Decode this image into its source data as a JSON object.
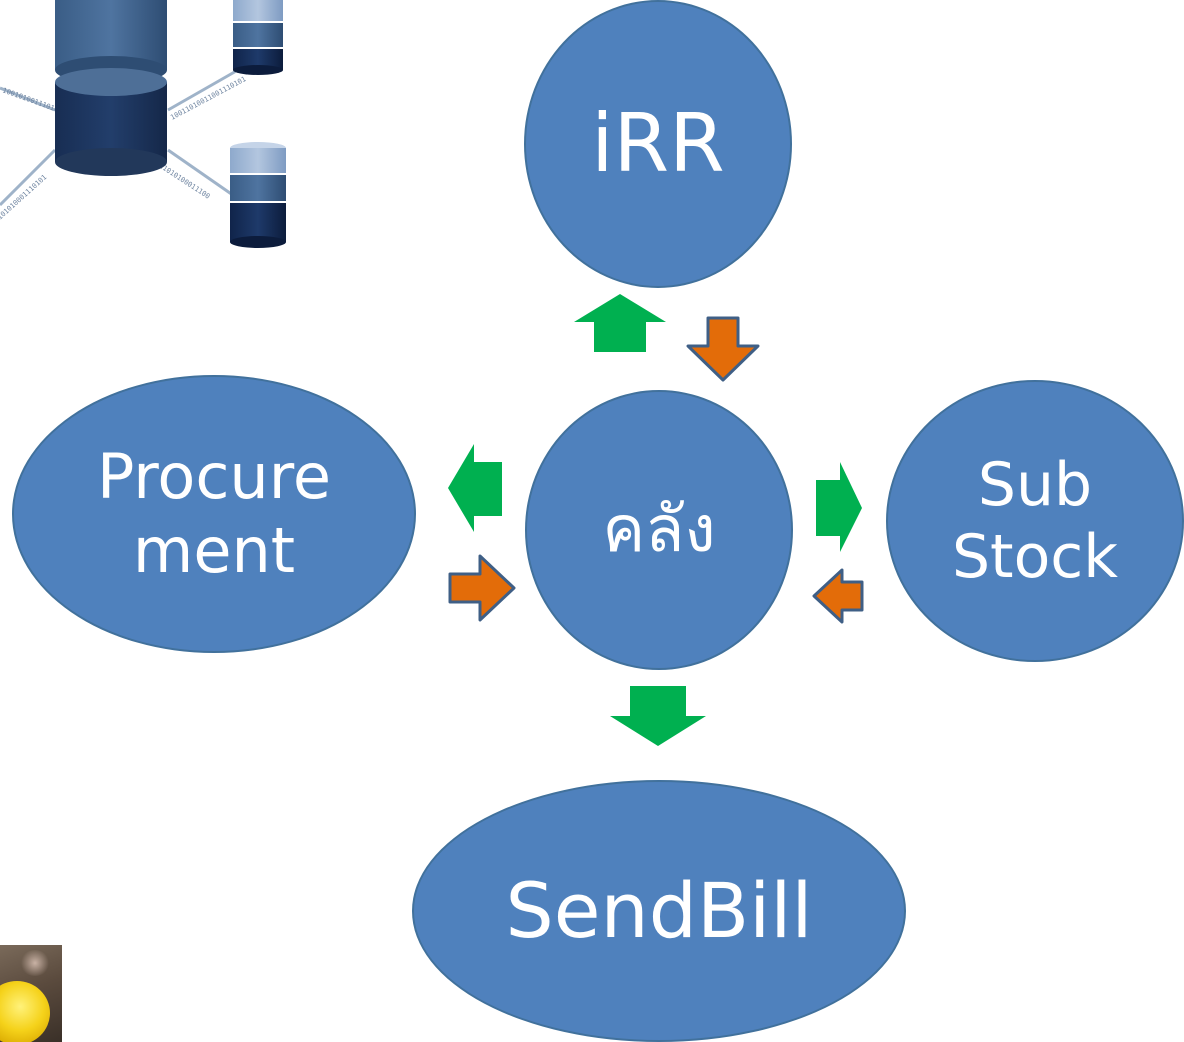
{
  "nodes": {
    "irr": "iRR",
    "center": "คลัง",
    "procurement": [
      "Procure",
      "ment"
    ],
    "substock": [
      "Sub",
      "Stock"
    ],
    "sendbill": "SendBill"
  },
  "colors": {
    "node_fill": "#4f81bd",
    "node_border": "#41719c",
    "arrow_outgoing": "#00b050",
    "arrow_incoming": "#e36c09"
  },
  "images": {
    "database_clipart": "database-servers-icon",
    "binary_strings": [
      "10010100111010",
      "10011010011001110101",
      "10011010100011100",
      "101010001110101"
    ],
    "photo": "yellow-flower-photo"
  }
}
